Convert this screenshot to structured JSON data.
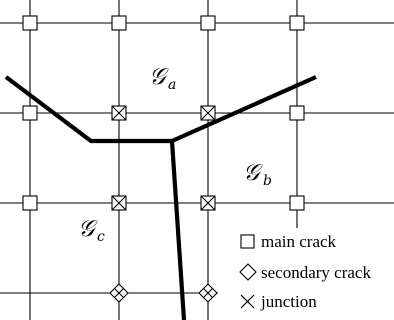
{
  "regions": [
    {
      "symbol": "𝒢",
      "subscript": "a"
    },
    {
      "symbol": "𝒢",
      "subscript": "b"
    },
    {
      "symbol": "𝒢",
      "subscript": "c"
    }
  ],
  "legend": {
    "items": [
      {
        "icon": "square-icon",
        "label": "main crack"
      },
      {
        "icon": "diamond-icon",
        "label": "secondary crack"
      },
      {
        "icon": "cross-icon",
        "label": "junction"
      }
    ]
  },
  "colors": {
    "line": "#000000",
    "background": "#ffffff"
  }
}
